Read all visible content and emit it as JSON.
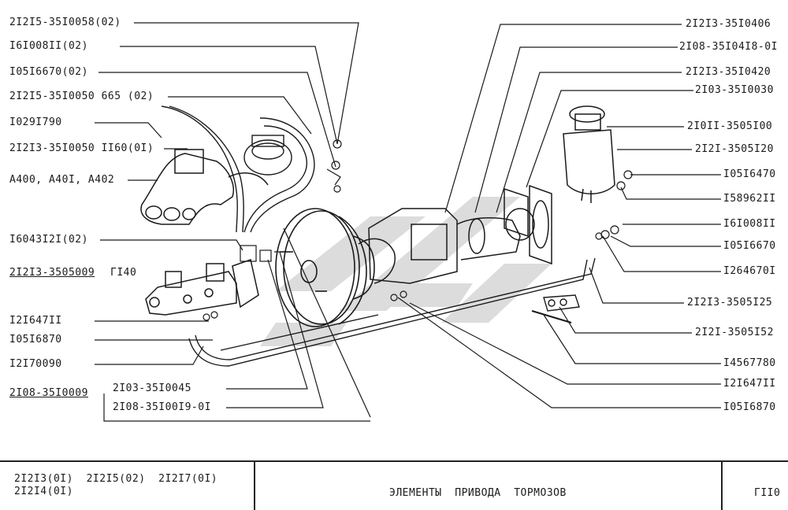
{
  "labels_left": [
    "2I2I5-35I0058(02)",
    "I6I008II(02)",
    "I05I6670(02)",
    "2I2I5-35I0050 665 (02)",
    "I029I790",
    "2I2I3-35I0050 II60(0I)",
    "A400, A40I, A402",
    "I6043I2I(02)",
    "2I2I3-3505009",
    "ГI40",
    "I2I647II",
    "I05I6870",
    "I2I70090",
    "2I08-35I0009",
    "2I03-35I0045",
    "2I08-35I00I9-0I"
  ],
  "labels_right": [
    "2I2I3-35I0406",
    "2I08-35I04I8-0I",
    "2I2I3-35I0420",
    "2I03-35I0030",
    "2I0II-3505I00",
    "2I2I-3505I20",
    "I05I6470",
    "I58962II",
    "I6I008II",
    "I05I6670",
    "I264670I",
    "2I2I3-3505I25",
    "2I2I-3505I52",
    "I4567780",
    "I2I647II",
    "I05I6870"
  ],
  "title_block": {
    "models_line1": "2I2I3(0I)  2I2I5(02)  2I2I7(0I)",
    "models_line2": "2I2I4(0I)",
    "title": "ЭЛЕМЕНТЫ  ПРИВОДА  ТОРМОЗОВ",
    "sheet": "ГII0"
  },
  "colors": {
    "ink": "#1a1a1a",
    "watermark": "#d9d9d9"
  }
}
